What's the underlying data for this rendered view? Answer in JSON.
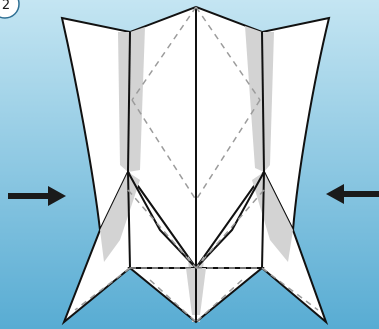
{
  "step_number": "2",
  "colors": {
    "background_top": "#c4e5f2",
    "background_bottom": "#58acd3",
    "paper": "#ffffff",
    "shadow": "#d3d3d3",
    "outline": "#111111",
    "crease": "#9b9b9b",
    "arrow": "#1a1a1a"
  },
  "arrows": [
    {
      "name": "push-left-arrow",
      "direction": "right"
    },
    {
      "name": "push-right-arrow",
      "direction": "left"
    }
  ]
}
